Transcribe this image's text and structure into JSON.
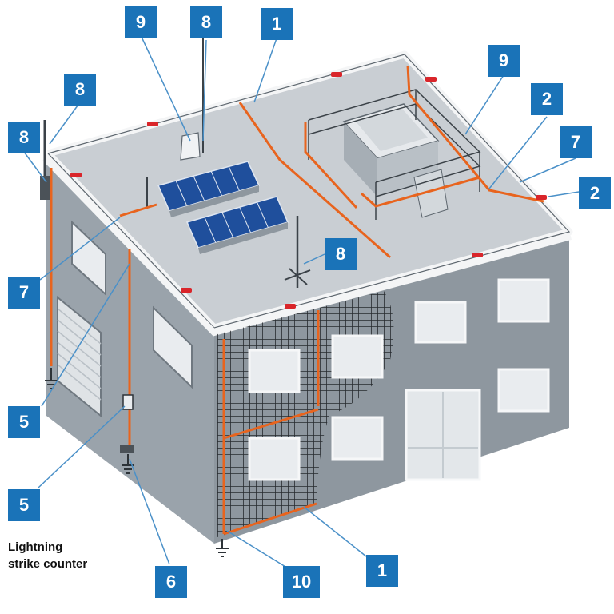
{
  "colors": {
    "wall": "#9aa3ab",
    "wall_shade": "#7f8891",
    "roof": "#c9ced3",
    "parapet": "#f4f5f6",
    "conductor": "#e8641e",
    "marker": "#d9252a",
    "callout": "#1a73b8",
    "window": "#e9ecef",
    "solar": "#1f4f9c"
  },
  "callouts": [
    {
      "id": "c-9-left",
      "label": "9"
    },
    {
      "id": "c-8-top",
      "label": "8"
    },
    {
      "id": "c-1-top",
      "label": "1"
    },
    {
      "id": "c-9-right",
      "label": "9"
    },
    {
      "id": "c-2-upper",
      "label": "2"
    },
    {
      "id": "c-8-mast",
      "label": "8"
    },
    {
      "id": "c-8-left",
      "label": "8"
    },
    {
      "id": "c-7-right",
      "label": "7"
    },
    {
      "id": "c-2-lower",
      "label": "2"
    },
    {
      "id": "c-8-center",
      "label": "8"
    },
    {
      "id": "c-7-left",
      "label": "7"
    },
    {
      "id": "c-5-upper",
      "label": "5"
    },
    {
      "id": "c-5-lower",
      "label": "5"
    },
    {
      "id": "c-6",
      "label": "6"
    },
    {
      "id": "c-10",
      "label": "10"
    },
    {
      "id": "c-1-bottom",
      "label": "1"
    }
  ],
  "caption": {
    "line1": "Lightning",
    "line2": "strike counter"
  }
}
